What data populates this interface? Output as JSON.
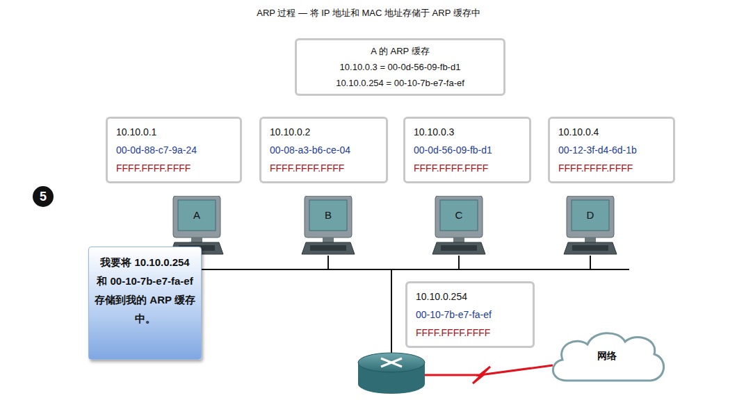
{
  "diagram": {
    "title": "ARP 过程 — 将 IP 地址和 MAC 地址存储于 ARP 缓存中",
    "nodes": [
      {
        "text": [
          "A 的 ARP 缓存",
          "10.10.0.3 = 00-0d-56-09-fb-d1",
          "10.10.0.254 = 00-10-7b-e7-fa-ef"
        ]
      },
      {
        "text": [
          "10.10.0.1",
          "00-0d-88-c7-9a-24",
          "FFFF.FFFF.FFFF"
        ]
      },
      {
        "text": [
          "10.10.0.2",
          "00-08-a3-b6-ce-04",
          "FFFF.FFFF.FFFF"
        ]
      },
      {
        "text": [
          "10.10.0.3",
          "00-0d-56-09-fb-d1",
          "FFFF.FFFF.FFFF"
        ]
      },
      {
        "text": [
          "10.10.0.4",
          "00-12-3f-d4-6d-1b",
          "FFFF.FFFF.FFFF"
        ]
      },
      {
        "text": [
          "A"
        ]
      },
      {
        "text": [
          "B"
        ]
      },
      {
        "text": [
          "C"
        ]
      },
      {
        "text": [
          "D"
        ]
      },
      {
        "text": [
          "我要将 10.10.0.254 和 00-10-7b-e7-fa-ef 存储到我的 ARP 缓存中。"
        ]
      },
      {
        "text": [
          "10.10.0.254",
          "00-10-7b-e7-fa-ef",
          "FFFF.FFFF.FFFF"
        ]
      },
      {
        "text": [
          "网络"
        ]
      }
    ],
    "edges": [
      {
        "from": 5,
        "to": 6,
        "arrow": "none"
      },
      {
        "from": 6,
        "to": 7,
        "arrow": "none"
      },
      {
        "from": 7,
        "to": 8,
        "arrow": "none"
      }
    ],
    "labels": [
      "5"
    ]
  }
}
